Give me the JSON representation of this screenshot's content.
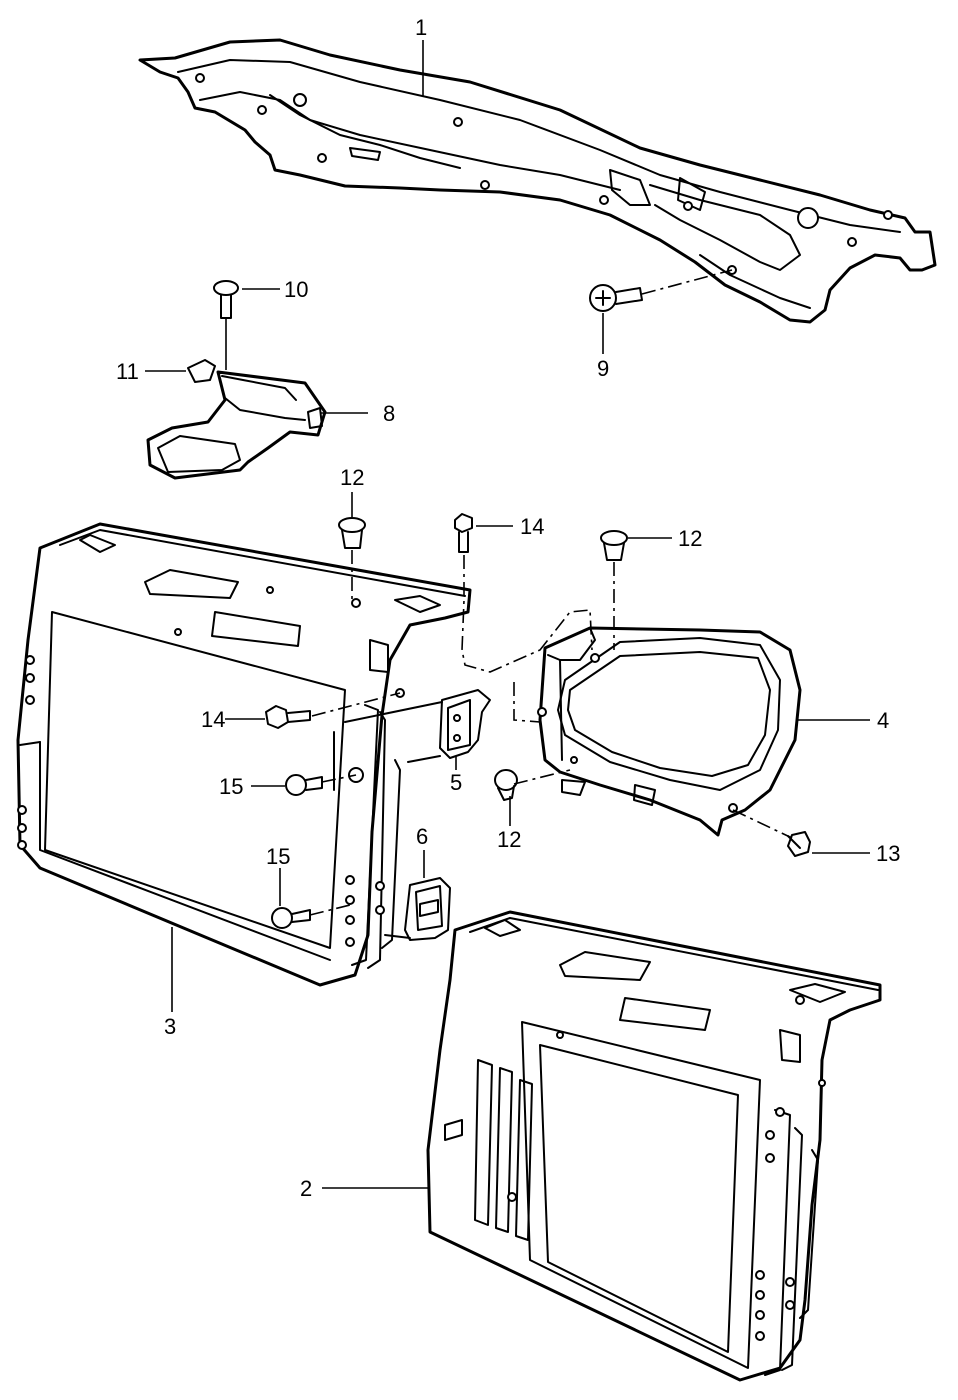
{
  "callouts": [
    {
      "id": "c1",
      "text": "1"
    },
    {
      "id": "c2",
      "text": "2"
    },
    {
      "id": "c3",
      "text": "3"
    },
    {
      "id": "c4",
      "text": "4"
    },
    {
      "id": "c5",
      "text": "5"
    },
    {
      "id": "c6",
      "text": "6"
    },
    {
      "id": "c8",
      "text": "8"
    },
    {
      "id": "c9",
      "text": "9"
    },
    {
      "id": "c10",
      "text": "10"
    },
    {
      "id": "c11",
      "text": "11"
    },
    {
      "id": "c12a",
      "text": "12"
    },
    {
      "id": "c12b",
      "text": "12"
    },
    {
      "id": "c12c",
      "text": "12"
    },
    {
      "id": "c13",
      "text": "13"
    },
    {
      "id": "c14a",
      "text": "14"
    },
    {
      "id": "c14b",
      "text": "14"
    },
    {
      "id": "c15a",
      "text": "15"
    },
    {
      "id": "c15b",
      "text": "15"
    }
  ]
}
